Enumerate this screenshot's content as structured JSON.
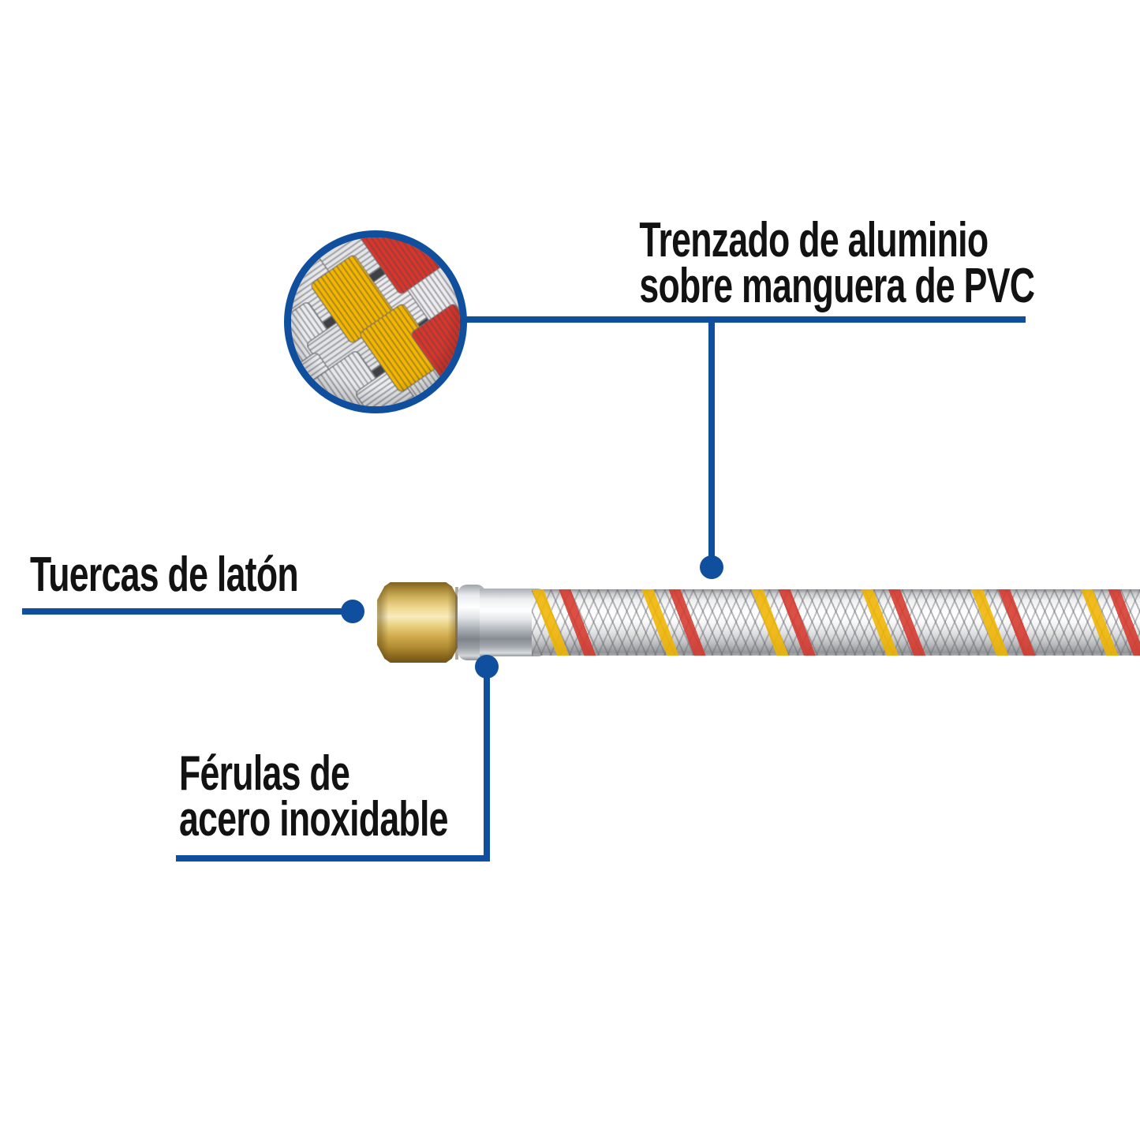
{
  "page": {
    "background": "#ffffff",
    "description_colors": {
      "accent_blue": "#0F4F9D",
      "text_black": "#121212",
      "brass": "#D9B55F",
      "stainless_steel": "#C9CDD1",
      "braid_silver": "#EDEDED",
      "tracer_yellow": "#F0B400",
      "tracer_red": "#D5382C"
    }
  },
  "callouts": {
    "trenzado": {
      "line1": "Trenzado de aluminio",
      "line2": "sobre manguera de PVC"
    },
    "tuercas": {
      "label": "Tuercas de latón"
    },
    "ferulas": {
      "line1": "Férulas de",
      "line2": "acero inoxidable"
    }
  },
  "components": {
    "inset": "braid-closeup-magnifier",
    "hose": "braided-flexible-gas-hose",
    "nut": "brass-nut",
    "ferrule": "stainless-steel-ferrule"
  }
}
